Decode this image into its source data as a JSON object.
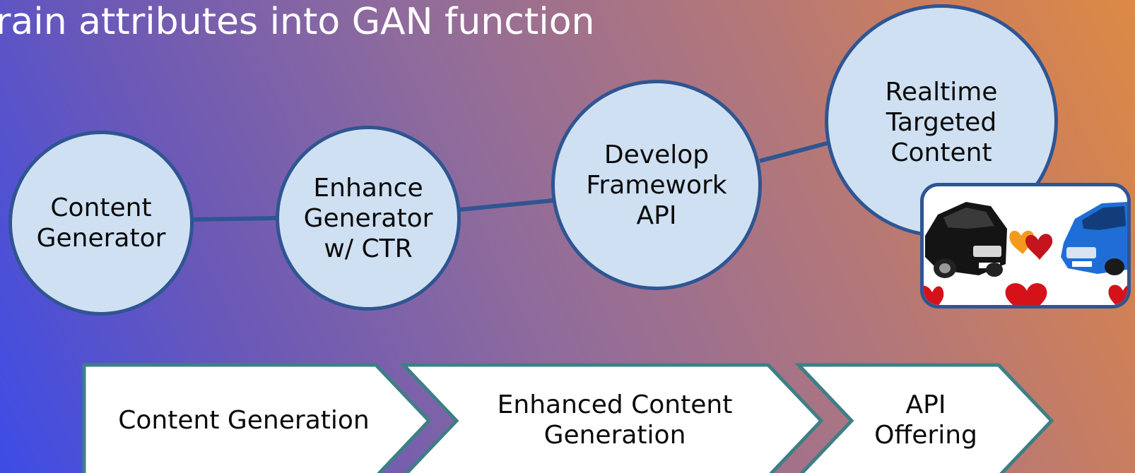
{
  "title": "rain attributes into GAN function",
  "steps": [
    {
      "label": "Content\nGenerator"
    },
    {
      "label": "Enhance\nGenerator\nw/ CTR"
    },
    {
      "label": "Develop\nFramework\nAPI"
    },
    {
      "label": "Realtime\nTargeted\nContent"
    }
  ],
  "image": {
    "icon": "cars-and-hearts-photo"
  },
  "phases": [
    {
      "label": "Content Generation"
    },
    {
      "label": "Enhanced Content\nGeneration"
    },
    {
      "label": "API\nOffering"
    }
  ],
  "colors": {
    "circle_fill": "#cfe0f2",
    "circle_stroke": "#2f5592",
    "chevron_fill": "#ffffff",
    "chevron_stroke": "#3e7f86",
    "title_text": "#ffffff"
  }
}
